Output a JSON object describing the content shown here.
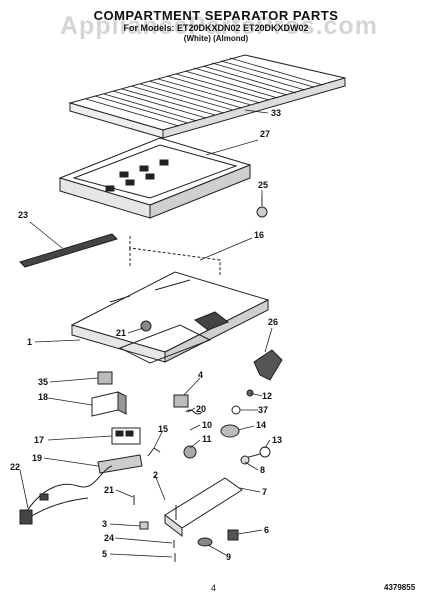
{
  "header": {
    "title": "COMPARTMENT SEPARATOR PARTS",
    "subtitle": "For Models: ET20DKXDN02 ET20DKXDW02",
    "colors": "(White) (Almond)"
  },
  "watermark": "AppliancePartsPros.com",
  "footer": {
    "page_number": "4",
    "part_code": "4379855"
  },
  "callouts": [
    "1",
    "2",
    "3",
    "4",
    "5",
    "6",
    "7",
    "8",
    "9",
    "10",
    "11",
    "12",
    "13",
    "14",
    "15",
    "16",
    "17",
    "18",
    "19",
    "20",
    "21",
    "21",
    "22",
    "23",
    "24",
    "25",
    "26",
    "27",
    "33",
    "35",
    "37"
  ]
}
